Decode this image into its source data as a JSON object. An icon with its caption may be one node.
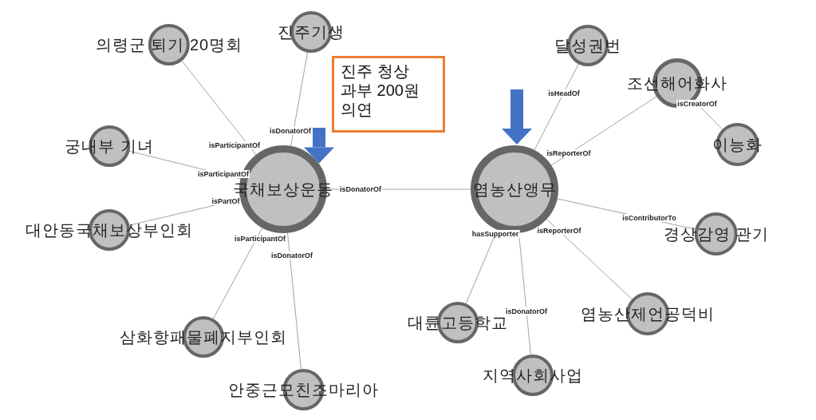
{
  "diagram": {
    "nodes": [
      {
        "text": [
          "국채보상운동"
        ]
      },
      {
        "text": [
          "의령군 퇴기 20명회"
        ]
      },
      {
        "text": [
          "진주기생"
        ]
      },
      {
        "text": [
          "궁내부 기녀"
        ]
      },
      {
        "text": [
          "대안동국채보상부인회"
        ]
      },
      {
        "text": [
          "삼화항패물폐지부인회"
        ]
      },
      {
        "text": [
          "안중근모친조마리아"
        ]
      },
      {
        "text": [
          "염농산앵무"
        ]
      },
      {
        "text": [
          "달성권번"
        ]
      },
      {
        "text": [
          "조선해어화사"
        ]
      },
      {
        "text": [
          "이능화"
        ]
      },
      {
        "text": [
          "경상감영 관기"
        ]
      },
      {
        "text": [
          "대륜고등학교"
        ]
      },
      {
        "text": [
          "지역사회사업"
        ]
      },
      {
        "text": [
          "염농산제언공덕비"
        ]
      },
      {
        "text": [
          "진주 청상 과부 200원 의연"
        ]
      }
    ],
    "edges": [
      {
        "from": 1,
        "to": 0,
        "arrow": "none",
        "label": "isParticipantOf"
      },
      {
        "from": 2,
        "to": 0,
        "arrow": "none",
        "label": "isDonatorOf"
      },
      {
        "from": 3,
        "to": 0,
        "arrow": "none",
        "label": "isParticipantOf"
      },
      {
        "from": 4,
        "to": 0,
        "arrow": "none",
        "label": "isPartOf"
      },
      {
        "from": 5,
        "to": 0,
        "arrow": "none",
        "label": "isParticipantOf"
      },
      {
        "from": 6,
        "to": 0,
        "arrow": "none",
        "label": "isDonatorOf"
      },
      {
        "from": 7,
        "to": 0,
        "arrow": "none",
        "label": "isDonatorOf"
      },
      {
        "from": 8,
        "to": 7,
        "arrow": "none",
        "label": "isHeadOf"
      },
      {
        "from": 9,
        "to": 7,
        "arrow": "none",
        "label": "isReporterOf"
      },
      {
        "from": 9,
        "to": 10,
        "arrow": "none",
        "label": "isCreatorOf"
      },
      {
        "from": 7,
        "to": 11,
        "arrow": "none",
        "label": "isContributorTo"
      },
      {
        "from": 7,
        "to": 12,
        "arrow": "none",
        "label": "hasSupporter"
      },
      {
        "from": 7,
        "to": 13,
        "arrow": "none",
        "label": "isDonatorOf"
      },
      {
        "from": 7,
        "to": 14,
        "arrow": "none",
        "label": "isReporterOf"
      },
      {
        "from": null,
        "to": 0,
        "arrow": "to",
        "style": "thick",
        "color": "#4472c4"
      },
      {
        "from": null,
        "to": 7,
        "arrow": "to",
        "style": "thick",
        "color": "#4472c4"
      }
    ]
  }
}
